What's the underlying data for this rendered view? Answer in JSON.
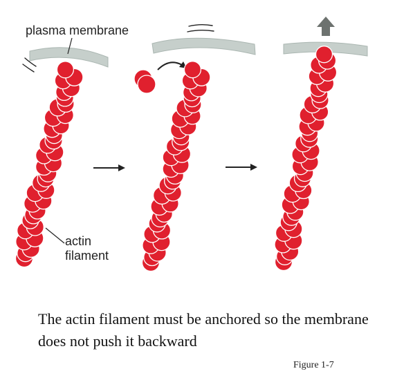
{
  "labels": {
    "membrane": "plasma membrane",
    "filament_line1": "actin",
    "filament_line2": "filament"
  },
  "caption": "The actin filament must be anchored so the membrane does not push it backward",
  "figure_ref": "Figure 1-7",
  "colors": {
    "actin": "#e0202e",
    "membrane": "#c6cfcb",
    "up_arrow": "#6d726f",
    "arrow": "#222222"
  },
  "panels": [
    {
      "id": "panel-1",
      "state": "membrane fluctuating, monomer not yet added"
    },
    {
      "id": "panel-2",
      "state": "free actin monomer inserting at filament tip"
    },
    {
      "id": "panel-3",
      "state": "membrane pushed outward (up arrow)"
    }
  ]
}
